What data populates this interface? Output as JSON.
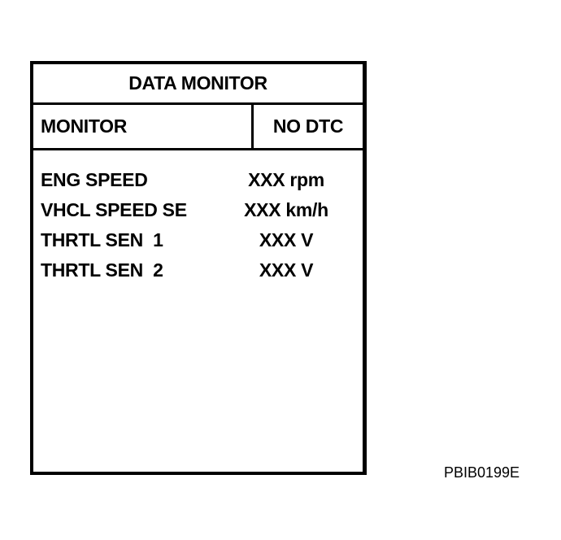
{
  "screen": {
    "title": "DATA MONITOR",
    "header": {
      "left": "MONITOR",
      "right": "NO DTC"
    },
    "rows": [
      {
        "label": "ENG SPEED",
        "value": "XXX rpm"
      },
      {
        "label": "VHCL SPEED SE",
        "value": "XXX km/h"
      },
      {
        "label": "THRTL SEN  1",
        "value": "XXX V"
      },
      {
        "label": "THRTL SEN  2",
        "value": "XXX V"
      }
    ]
  },
  "figure_code": "PBIB0199E"
}
